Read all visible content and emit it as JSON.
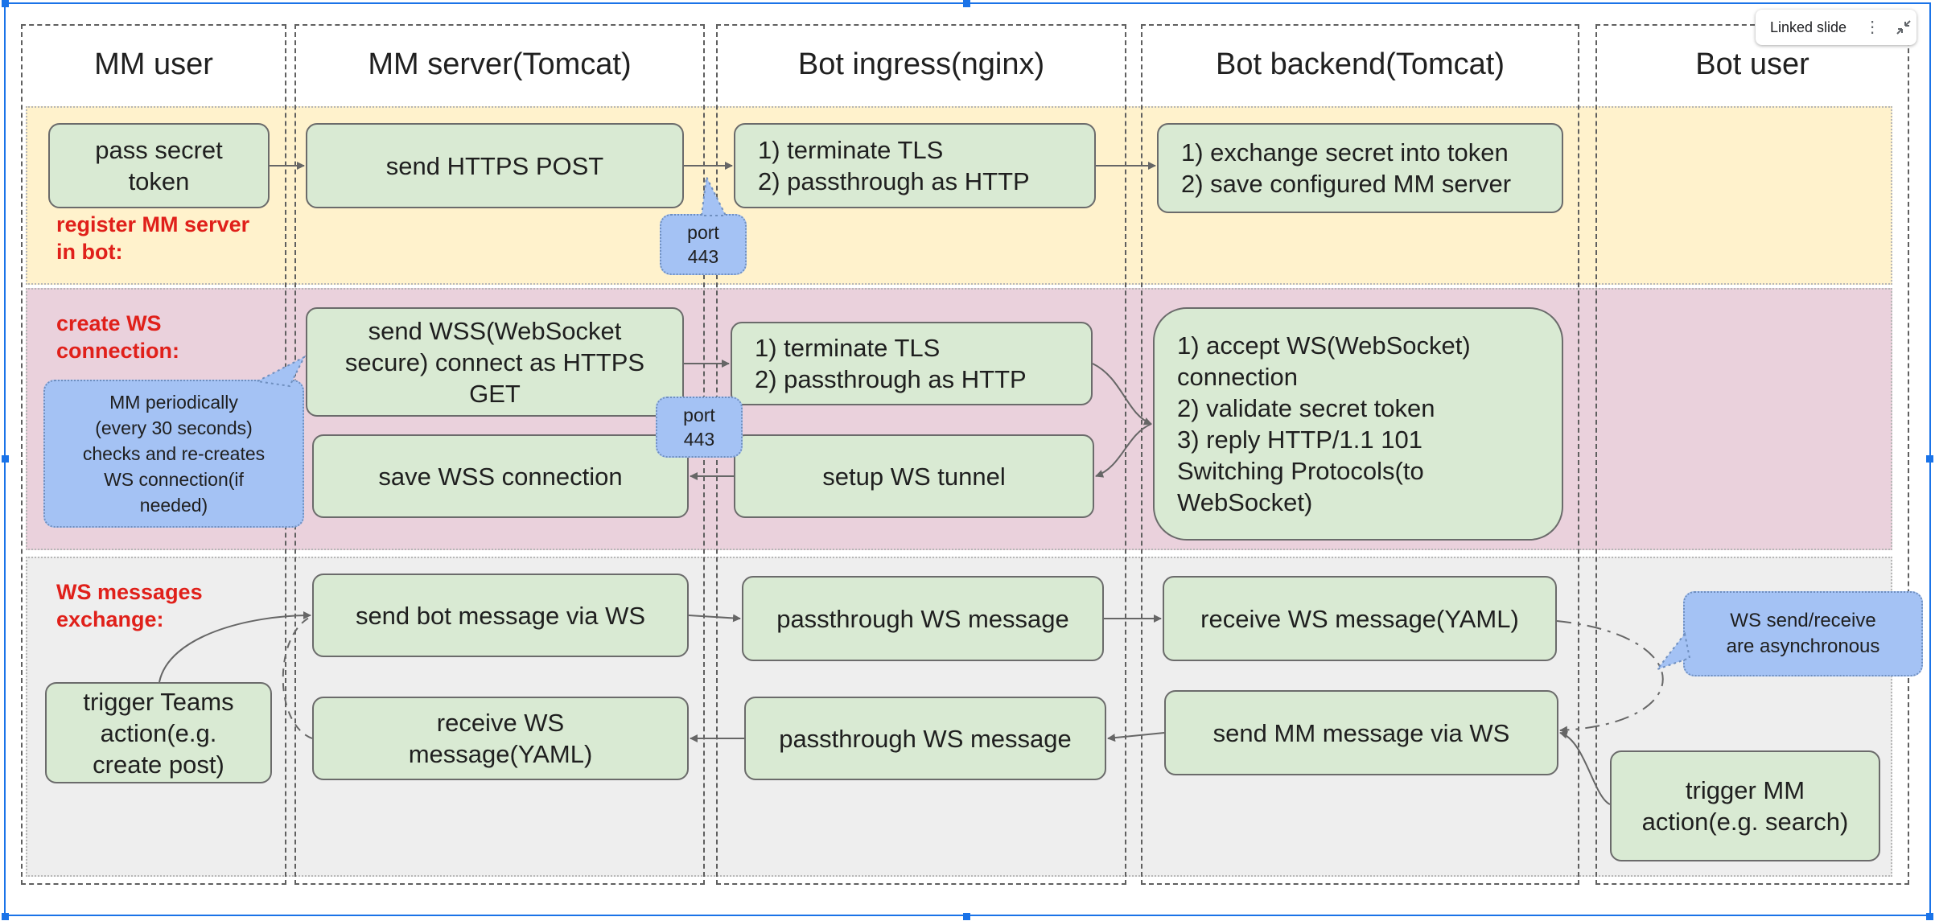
{
  "lanes": [
    {
      "title": "MM user"
    },
    {
      "title": "MM server(Tomcat)"
    },
    {
      "title": "Bot ingress(nginx)"
    },
    {
      "title": "Bot backend(Tomcat)"
    },
    {
      "title": "Bot user"
    }
  ],
  "phases": {
    "register": {
      "label": "register MM server\nin bot:",
      "color": "#fff2cc"
    },
    "connect": {
      "label": "create WS\nconnection:",
      "color": "#ead1dc"
    },
    "exchange": {
      "label": "WS messages\nexchange:",
      "color": "#eeeeee"
    }
  },
  "nodes": {
    "pass_secret": "pass secret\ntoken",
    "send_https_post": "send HTTPS POST",
    "terminate_tls_1": "1) terminate TLS\n2) passthrough as HTTP",
    "exchange_secret": "1) exchange secret into token\n2) save configured MM server",
    "send_wss": "send WSS(WebSocket\nsecure) connect as HTTPS\nGET",
    "terminate_tls_2": "1) terminate TLS\n2) passthrough as HTTP",
    "accept_ws": "1) accept WS(WebSocket)\nconnection\n2) validate secret token\n3) reply HTTP/1.1 101\nSwitching Protocols(to\nWebSocket)",
    "save_wss": "save WSS connection",
    "setup_tunnel": "setup WS tunnel",
    "send_bot_msg": "send bot message via WS",
    "passthrough_1": "passthrough WS message",
    "receive_yaml_bot": "receive WS message(YAML)",
    "trigger_teams": "trigger Teams\naction(e.g.\ncreate post)",
    "receive_yaml_mm": "receive WS\nmessage(YAML)",
    "passthrough_2": "passthrough WS message",
    "send_mm_msg": "send MM message via WS",
    "trigger_mm": "trigger MM\naction(e.g. search)"
  },
  "callouts": {
    "port_1": "port\n443",
    "port_2": "port\n443",
    "mm_periodic": "MM periodically\n(every 30 seconds)\nchecks and re-creates\nWS connection(if\nneeded)",
    "async": "WS send/receive\nare asynchronous"
  },
  "ui": {
    "linked_slide_label": "Linked slide",
    "more_icon": "vertical-dots-icon",
    "collapse_icon": "collapse-arrows-icon"
  },
  "colors": {
    "node_fill": "#d9ead3",
    "callout_fill": "#a4c2f4",
    "phase_label": "#e0201a",
    "selection_handle": "#1a73e8"
  }
}
